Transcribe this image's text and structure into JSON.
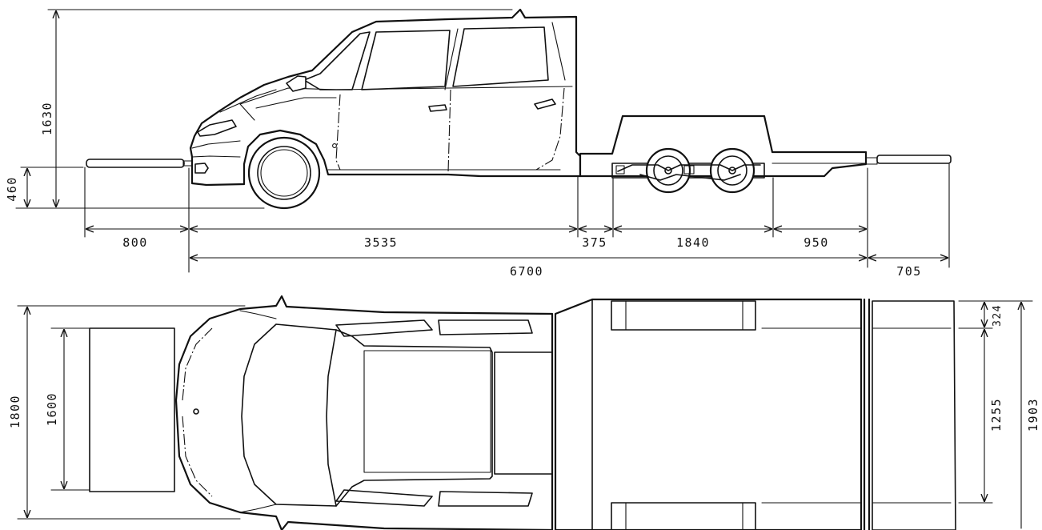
{
  "dimensions": {
    "side_height": "1630",
    "side_hitch_height": "460",
    "side_front_bar": "800",
    "side_car_length": "3535",
    "side_gap": "375",
    "side_axle_spread": "1840",
    "side_rear_overhang": "950",
    "side_total": "6700",
    "side_rear_bar": "705",
    "top_width_outer": "1800",
    "top_width_inner": "1600",
    "top_trailer_offset": "324",
    "top_trailer_track": "1255",
    "top_trailer_width": "1903"
  }
}
